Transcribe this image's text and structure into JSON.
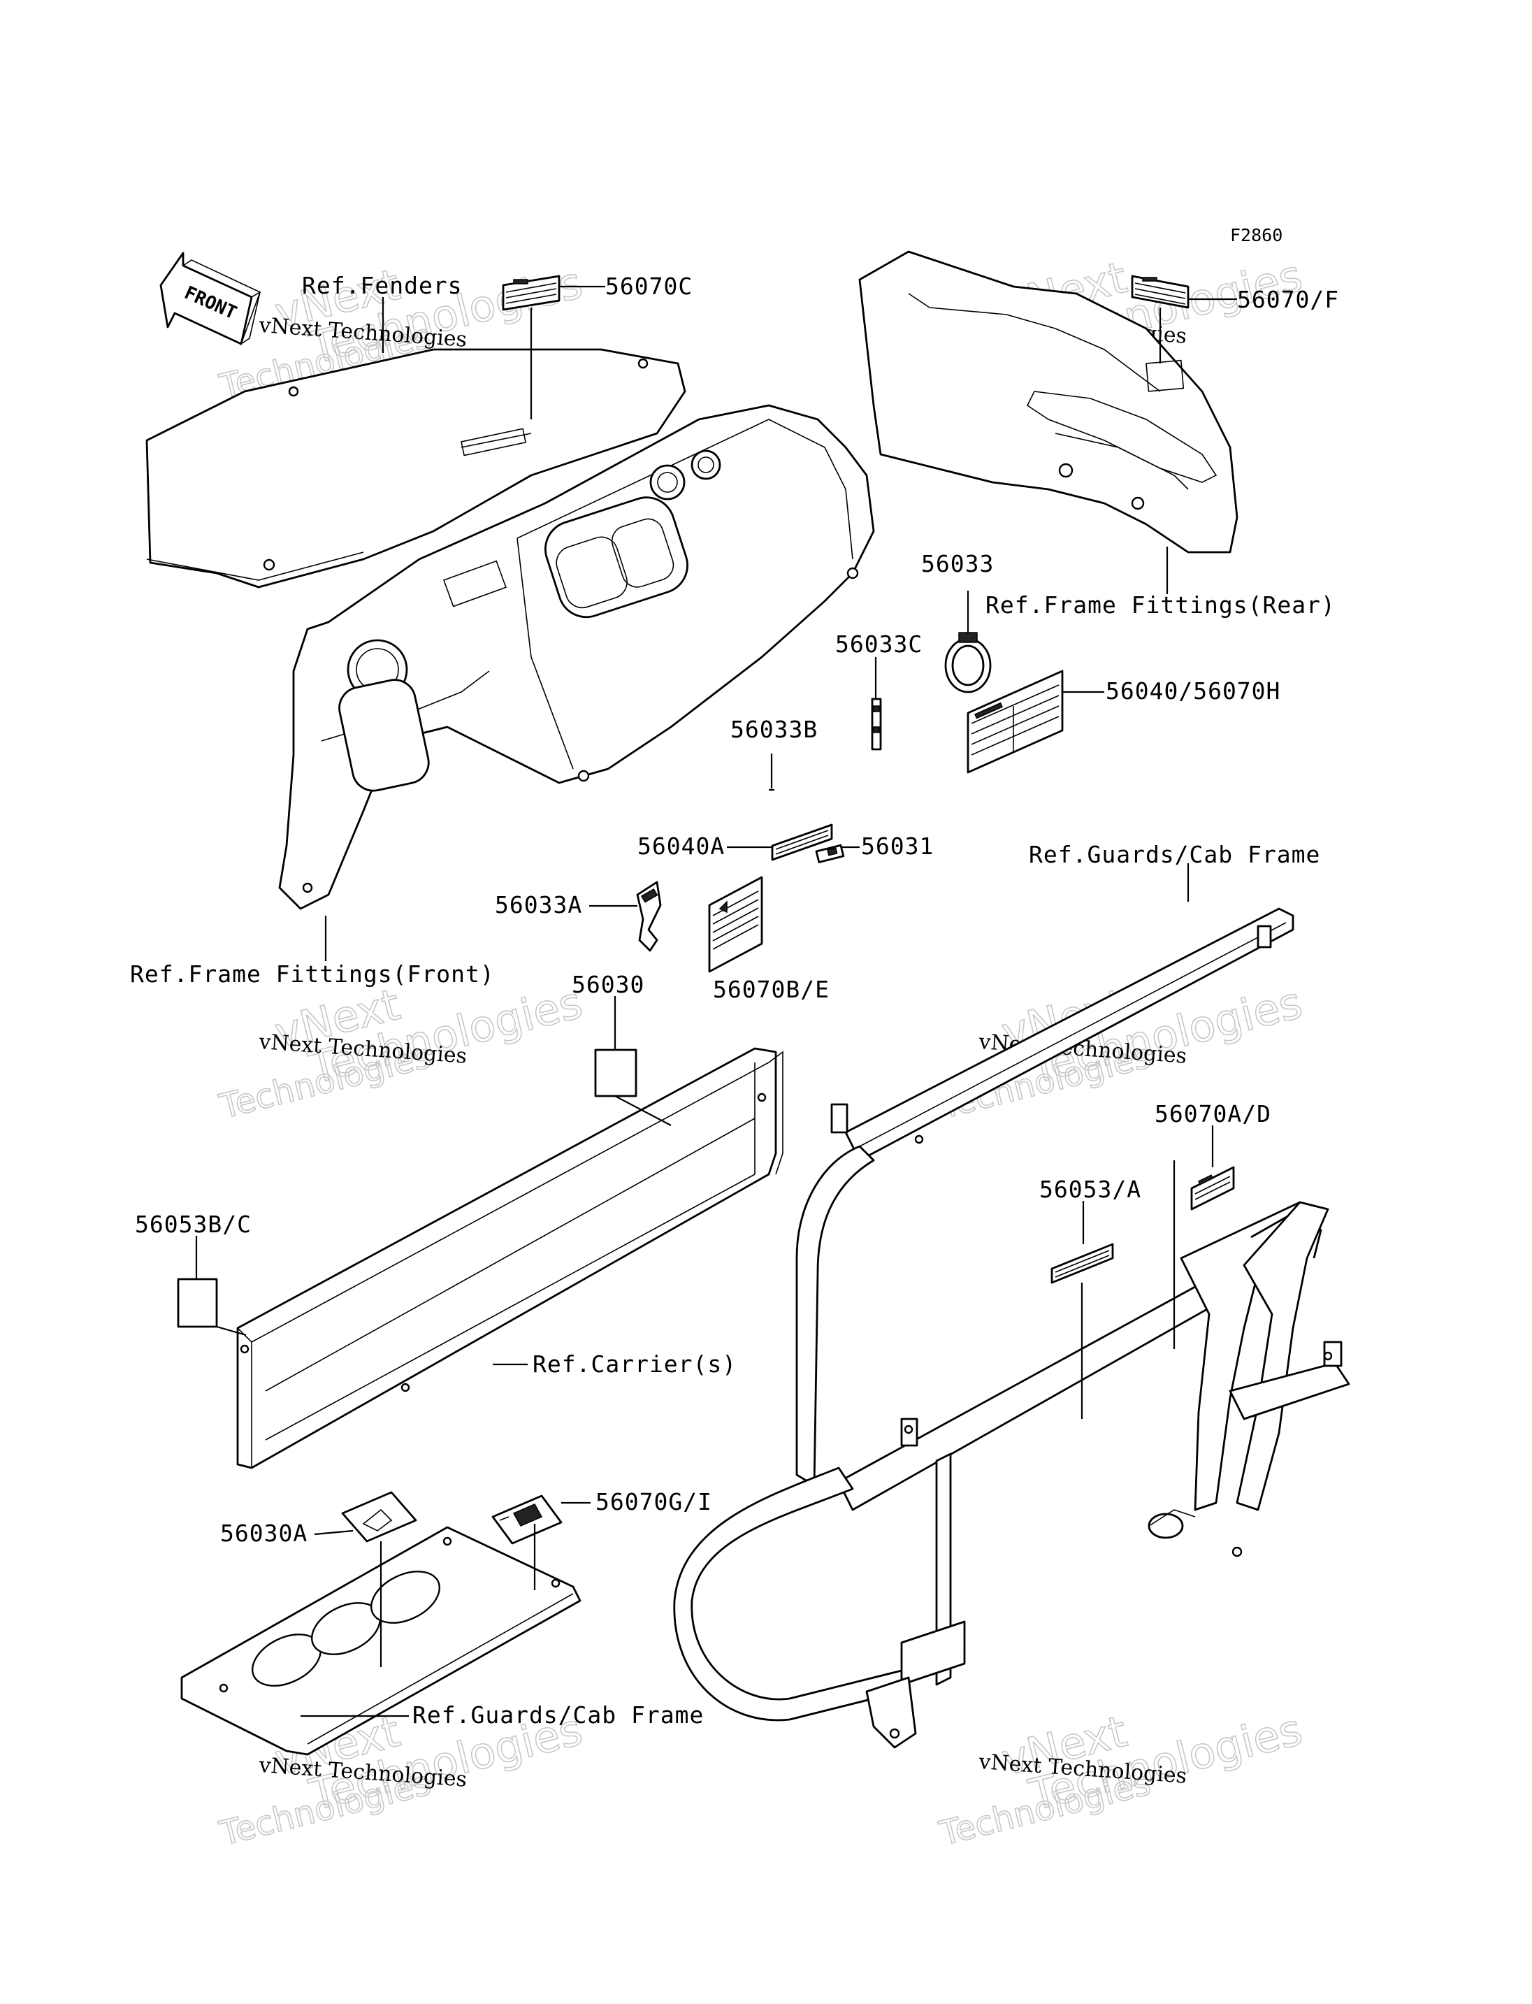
{
  "figure_id": "F2860",
  "front_arrow": "FRONT",
  "watermark": {
    "line1": "vNext Technologies",
    "line2a": "vNext",
    "line2b": "Technologies"
  },
  "labels": {
    "ref_fenders": "Ref.Fenders",
    "p56070C": "56070C",
    "p56070F": "56070/F",
    "p56033": "56033",
    "ref_frame_rear": "Ref.Frame Fittings(Rear)",
    "p56033C": "56033C",
    "p56040_56070H": "56040/56070H",
    "p56033B": "56033B",
    "p56040A": "56040A",
    "p56031": "56031",
    "ref_guards_cab_1": "Ref.Guards/Cab Frame",
    "p56033A": "56033A",
    "ref_frame_front": "Ref.Frame Fittings(Front)",
    "p56030": "56030",
    "p56070BE": "56070B/E",
    "p56070AD": "56070A/D",
    "p56053A": "56053/A",
    "p56053BC": "56053B/C",
    "ref_carrier": "Ref.Carrier(s)",
    "p56070GI": "56070G/I",
    "p56030A": "56030A",
    "ref_guards_cab_2": "Ref.Guards/Cab Frame"
  }
}
